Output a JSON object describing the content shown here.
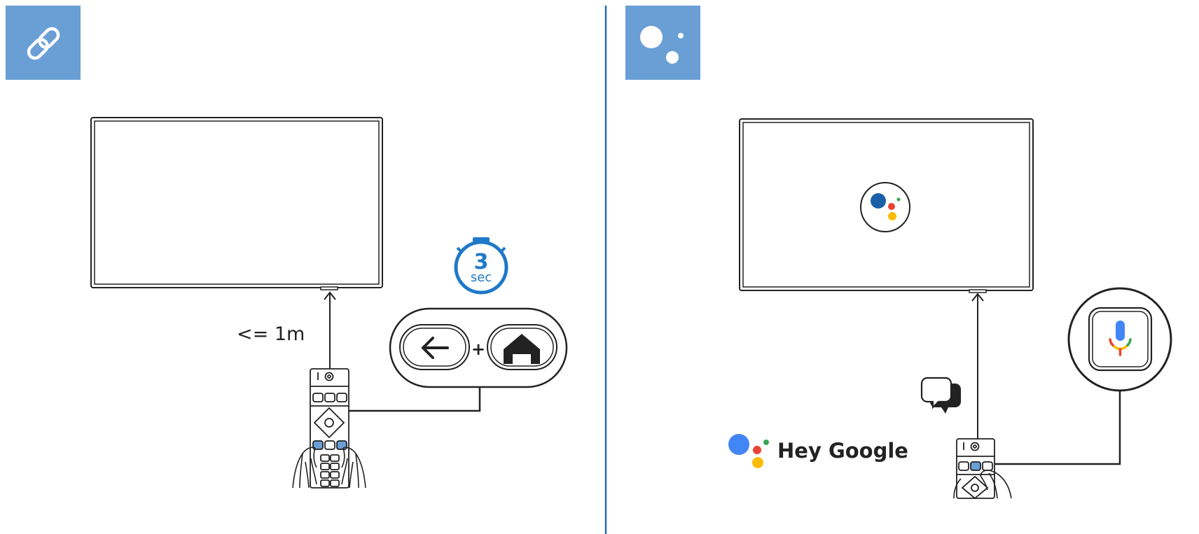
{
  "colors": {
    "accent": "#6a9fd6",
    "divider": "#1f6fb8",
    "timer": "#1f78c8",
    "ink": "#222222",
    "remote_key": "#6a9fd6",
    "google_blue": "#4285f4",
    "google_red": "#ea4335",
    "google_yellow": "#fbbc05",
    "google_green": "#34a853"
  },
  "left_panel": {
    "header_icon": "link-icon",
    "distance_label": "<= 1m",
    "timer": {
      "value": "3",
      "unit": "sec"
    },
    "button_combo": {
      "first": "back-arrow-icon",
      "joiner": "+",
      "second": "home-icon"
    }
  },
  "right_panel": {
    "header_icon": "google-assistant-icon",
    "screen_icon": "google-assistant-icon",
    "hey_google_label": "Hey Google",
    "speech_icon": "speech-bubbles-icon",
    "callout_icon": "microphone-icon"
  }
}
